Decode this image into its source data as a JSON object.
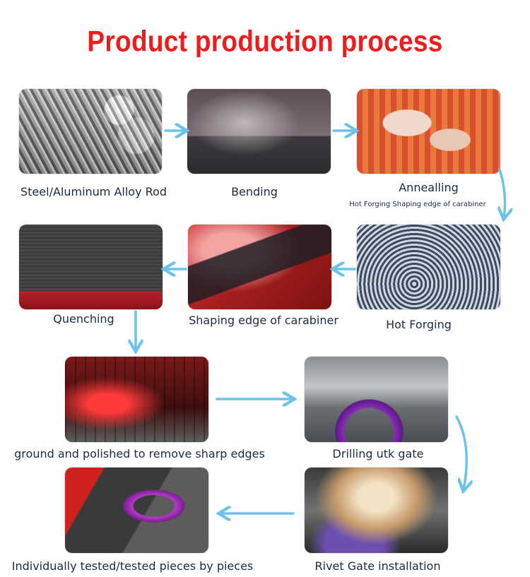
{
  "title": "Product production process",
  "colors": {
    "title": "#ee1c1c",
    "arrow": "#6cc2ea",
    "label": "#1c2a44"
  },
  "steps": {
    "rod": {
      "label": "Steel/Aluminum Alloy Rod"
    },
    "bending": {
      "label": "Bending"
    },
    "annealing": {
      "label": "Annealling",
      "note": "Hot Forging Shaping edge of carabiner"
    },
    "hot_forging": {
      "label": "Hot Forging"
    },
    "shaping": {
      "label": "Shaping edge of carabiner"
    },
    "quenching": {
      "label": "Quenching"
    },
    "grinding": {
      "label": "ground and polished to remove sharp edges"
    },
    "drilling": {
      "label": "Drilling utk gate"
    },
    "rivet": {
      "label": "Rivet Gate installation"
    },
    "testing": {
      "label": "Individually tested/tested pieces by pieces"
    }
  }
}
